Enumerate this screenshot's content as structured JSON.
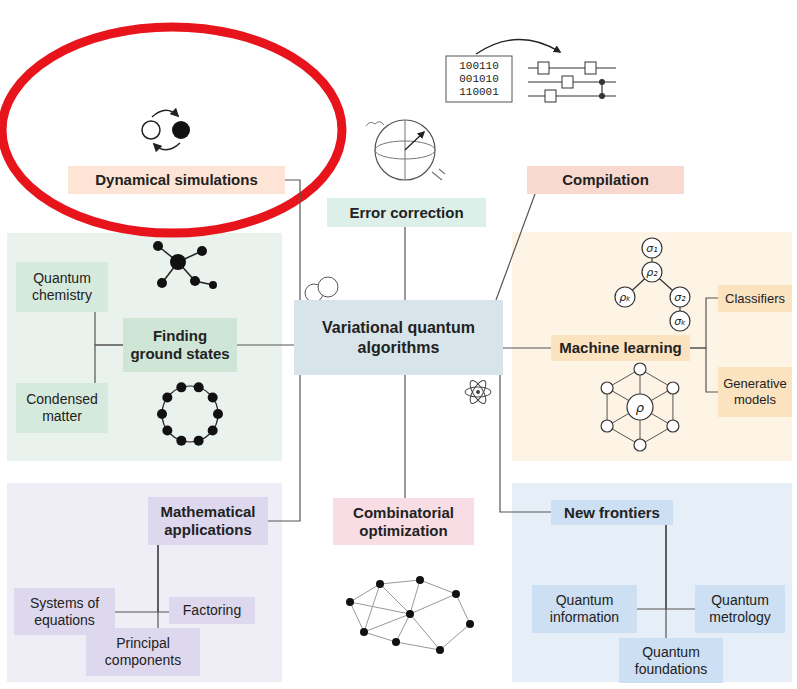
{
  "diagram": {
    "nodes": [
      {
        "text": [
          "Dynamical simulations"
        ]
      },
      {
        "text": [
          "Error correction"
        ]
      },
      {
        "text": [
          "Compilation"
        ]
      },
      {
        "text": [
          "Quantum chemistry"
        ]
      },
      {
        "text": [
          "Finding ground states"
        ]
      },
      {
        "text": [
          "Condensed matter"
        ]
      },
      {
        "text": [
          "Variational quantum algorithms"
        ]
      },
      {
        "text": [
          "Machine learning"
        ]
      },
      {
        "text": [
          "Classifiers"
        ]
      },
      {
        "text": [
          "Generative models"
        ]
      },
      {
        "text": [
          "Mathematical applications"
        ]
      },
      {
        "text": [
          "Systems of equations"
        ]
      },
      {
        "text": [
          "Factoring"
        ]
      },
      {
        "text": [
          "Principal components"
        ]
      },
      {
        "text": [
          "Combinatorial optimization"
        ]
      },
      {
        "text": [
          "New frontiers"
        ]
      },
      {
        "text": [
          "Quantum information"
        ]
      },
      {
        "text": [
          "Quantum metrology"
        ]
      },
      {
        "text": [
          "Quantum foundations"
        ]
      }
    ],
    "edges": [
      {
        "from": 6,
        "to": 0,
        "arrow": "none"
      },
      {
        "from": 6,
        "to": 1,
        "arrow": "none"
      },
      {
        "from": 6,
        "to": 2,
        "arrow": "none"
      },
      {
        "from": 6,
        "to": 4,
        "arrow": "none"
      },
      {
        "from": 6,
        "to": 7,
        "arrow": "none"
      },
      {
        "from": 6,
        "to": 10,
        "arrow": "none"
      },
      {
        "from": 6,
        "to": 14,
        "arrow": "none"
      },
      {
        "from": 6,
        "to": 15,
        "arrow": "none"
      },
      {
        "from": 4,
        "to": 3,
        "arrow": "none"
      },
      {
        "from": 4,
        "to": 5,
        "arrow": "none"
      },
      {
        "from": 7,
        "to": 8,
        "arrow": "none"
      },
      {
        "from": 7,
        "to": 9,
        "arrow": "none"
      },
      {
        "from": 10,
        "to": 11,
        "arrow": "none"
      },
      {
        "from": 10,
        "to": 12,
        "arrow": "none"
      },
      {
        "from": 10,
        "to": 13,
        "arrow": "none"
      },
      {
        "from": 15,
        "to": 16,
        "arrow": "none"
      },
      {
        "from": 15,
        "to": 17,
        "arrow": "none"
      },
      {
        "from": 15,
        "to": 18,
        "arrow": "none"
      }
    ],
    "labels": [
      "100110",
      "001010",
      "110001",
      "σ₁",
      "ρ₂",
      "ρₖ",
      "σ₂",
      "σₖ",
      "ρ"
    ]
  }
}
